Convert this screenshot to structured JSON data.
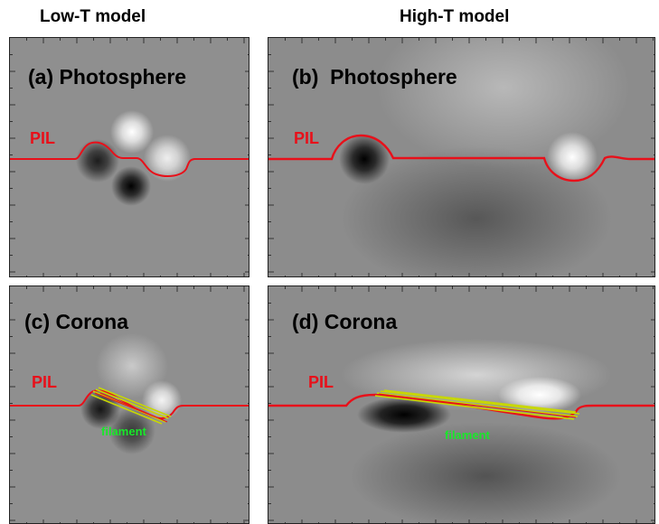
{
  "columns": {
    "left": "Low-T model",
    "right": "High-T model"
  },
  "panels": {
    "a": {
      "label": "(a)",
      "title": "Photosphere",
      "pil": "PIL"
    },
    "b": {
      "label": "(b)",
      "title": "Photosphere",
      "pil": "PIL"
    },
    "c": {
      "label": "(c)",
      "title": "Corona",
      "pil": "PIL",
      "annotation": "filament"
    },
    "d": {
      "label": "(d)",
      "title": "Corona",
      "pil": "PIL",
      "annotation": "filament"
    }
  },
  "colors": {
    "pil_line": "#e8101a",
    "filament_text": "#19e82a",
    "flux_rope": "#c8d800"
  }
}
